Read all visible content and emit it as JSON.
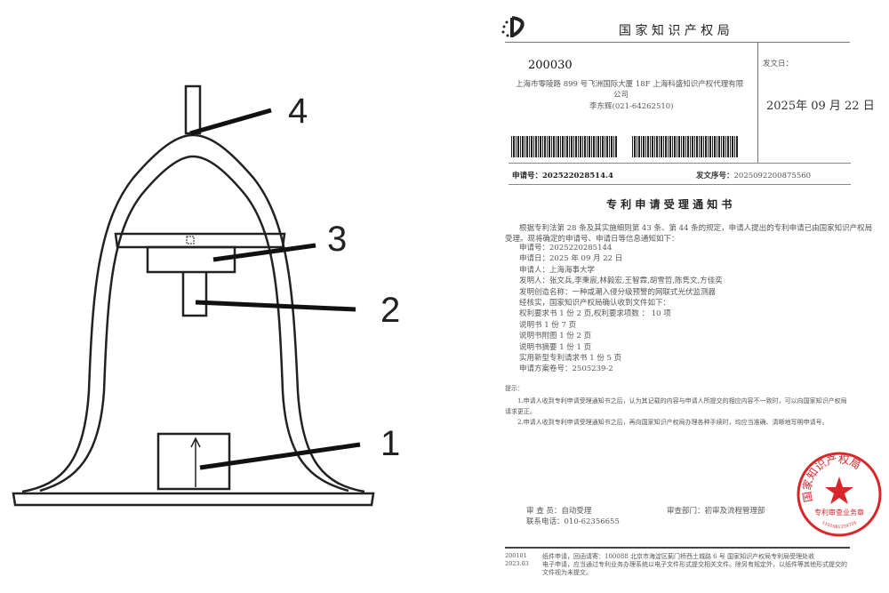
{
  "drawing": {
    "labels": [
      "4",
      "3",
      "2",
      "1"
    ]
  },
  "notice": {
    "office": "国 家 知 识 产 权 局",
    "postcode": "200030",
    "address_line1": "上海市零陵路 899 号飞洲国际大厦 18F  上海科盛知识产权代理有限",
    "address_line2": "公司",
    "contact": "李东辉(021-64262510)",
    "issue_date_label": "发文日：",
    "issue_date": "2025年 09 月 22 日",
    "app_no_label": "申请号：",
    "app_no": "202522028514.4",
    "serial_label": "发文序号：",
    "serial": "2025092200875560",
    "title": "专 利 申 请 受 理 通 知 书",
    "intro1": "根据专利法第 28 条及其实施细则第 43 条、第 44 条的规定，申请人提出的专利申请已由国家知识产权局",
    "intro2": "受理。现将确定的申请号、申请日等信息通知如下：",
    "fields": [
      "申请号：2025220285144",
      "申请日：2025 年 09 月 22 日",
      "申请人：上海海事大学",
      "发明人：张文兵,李秉宸,林毅宏,王智霖,胡雪哲,陈隽文,方佳奕",
      "发明创造名称：一种咸潮入侵分级预警的网联式光伏监测器",
      "经核实，国家知识产权局确认收到文件如下：",
      "权利要求书 1 份 2 页,权利要求项数 ：  10 项",
      "说明书 1 份 7 页",
      "说明书附图 1 份 2 页",
      "说明书摘要 1 份 1 页",
      "实用新型专利请求书 1 份 5 页",
      "申请方案卷号：2505239-2"
    ],
    "tips_label": "提示：",
    "tip1a": "1.申请人收到专利申请受理通知书之后，认为其记载的内容与申请人所提交的相应内容不一致时，可以向国家知识产权局",
    "tip1b": "请求更正。",
    "tip2": "2.申请人收到专利申请受理通知书之后，再向国家知识产权局办理各种手续时，均应当准确、清晰地写明申请号。",
    "examiner": "审 查 员：自动受理",
    "phone": "联系电话：010-62356655",
    "dept": "审查部门：初审及流程管理部",
    "seal_text": "国家知识产权局",
    "seal_sub": "专利审查业务章",
    "seal_no": "1101081359734",
    "footer_code1": "200101",
    "footer_code2": "2023.03",
    "footer1": "纸件申请，回函请寄：100088  北京市海淀区蓟门桥西土城路 6 号   国家知识产权局专利局受理处收",
    "footer2": "电子申请，应当通过专利业务办理系统以电子文件形式提交相关文件。除另有规定外，以纸件等其他形式提交的",
    "footer3": "文件视为未提交。",
    "seal_color": "#d9262b"
  }
}
